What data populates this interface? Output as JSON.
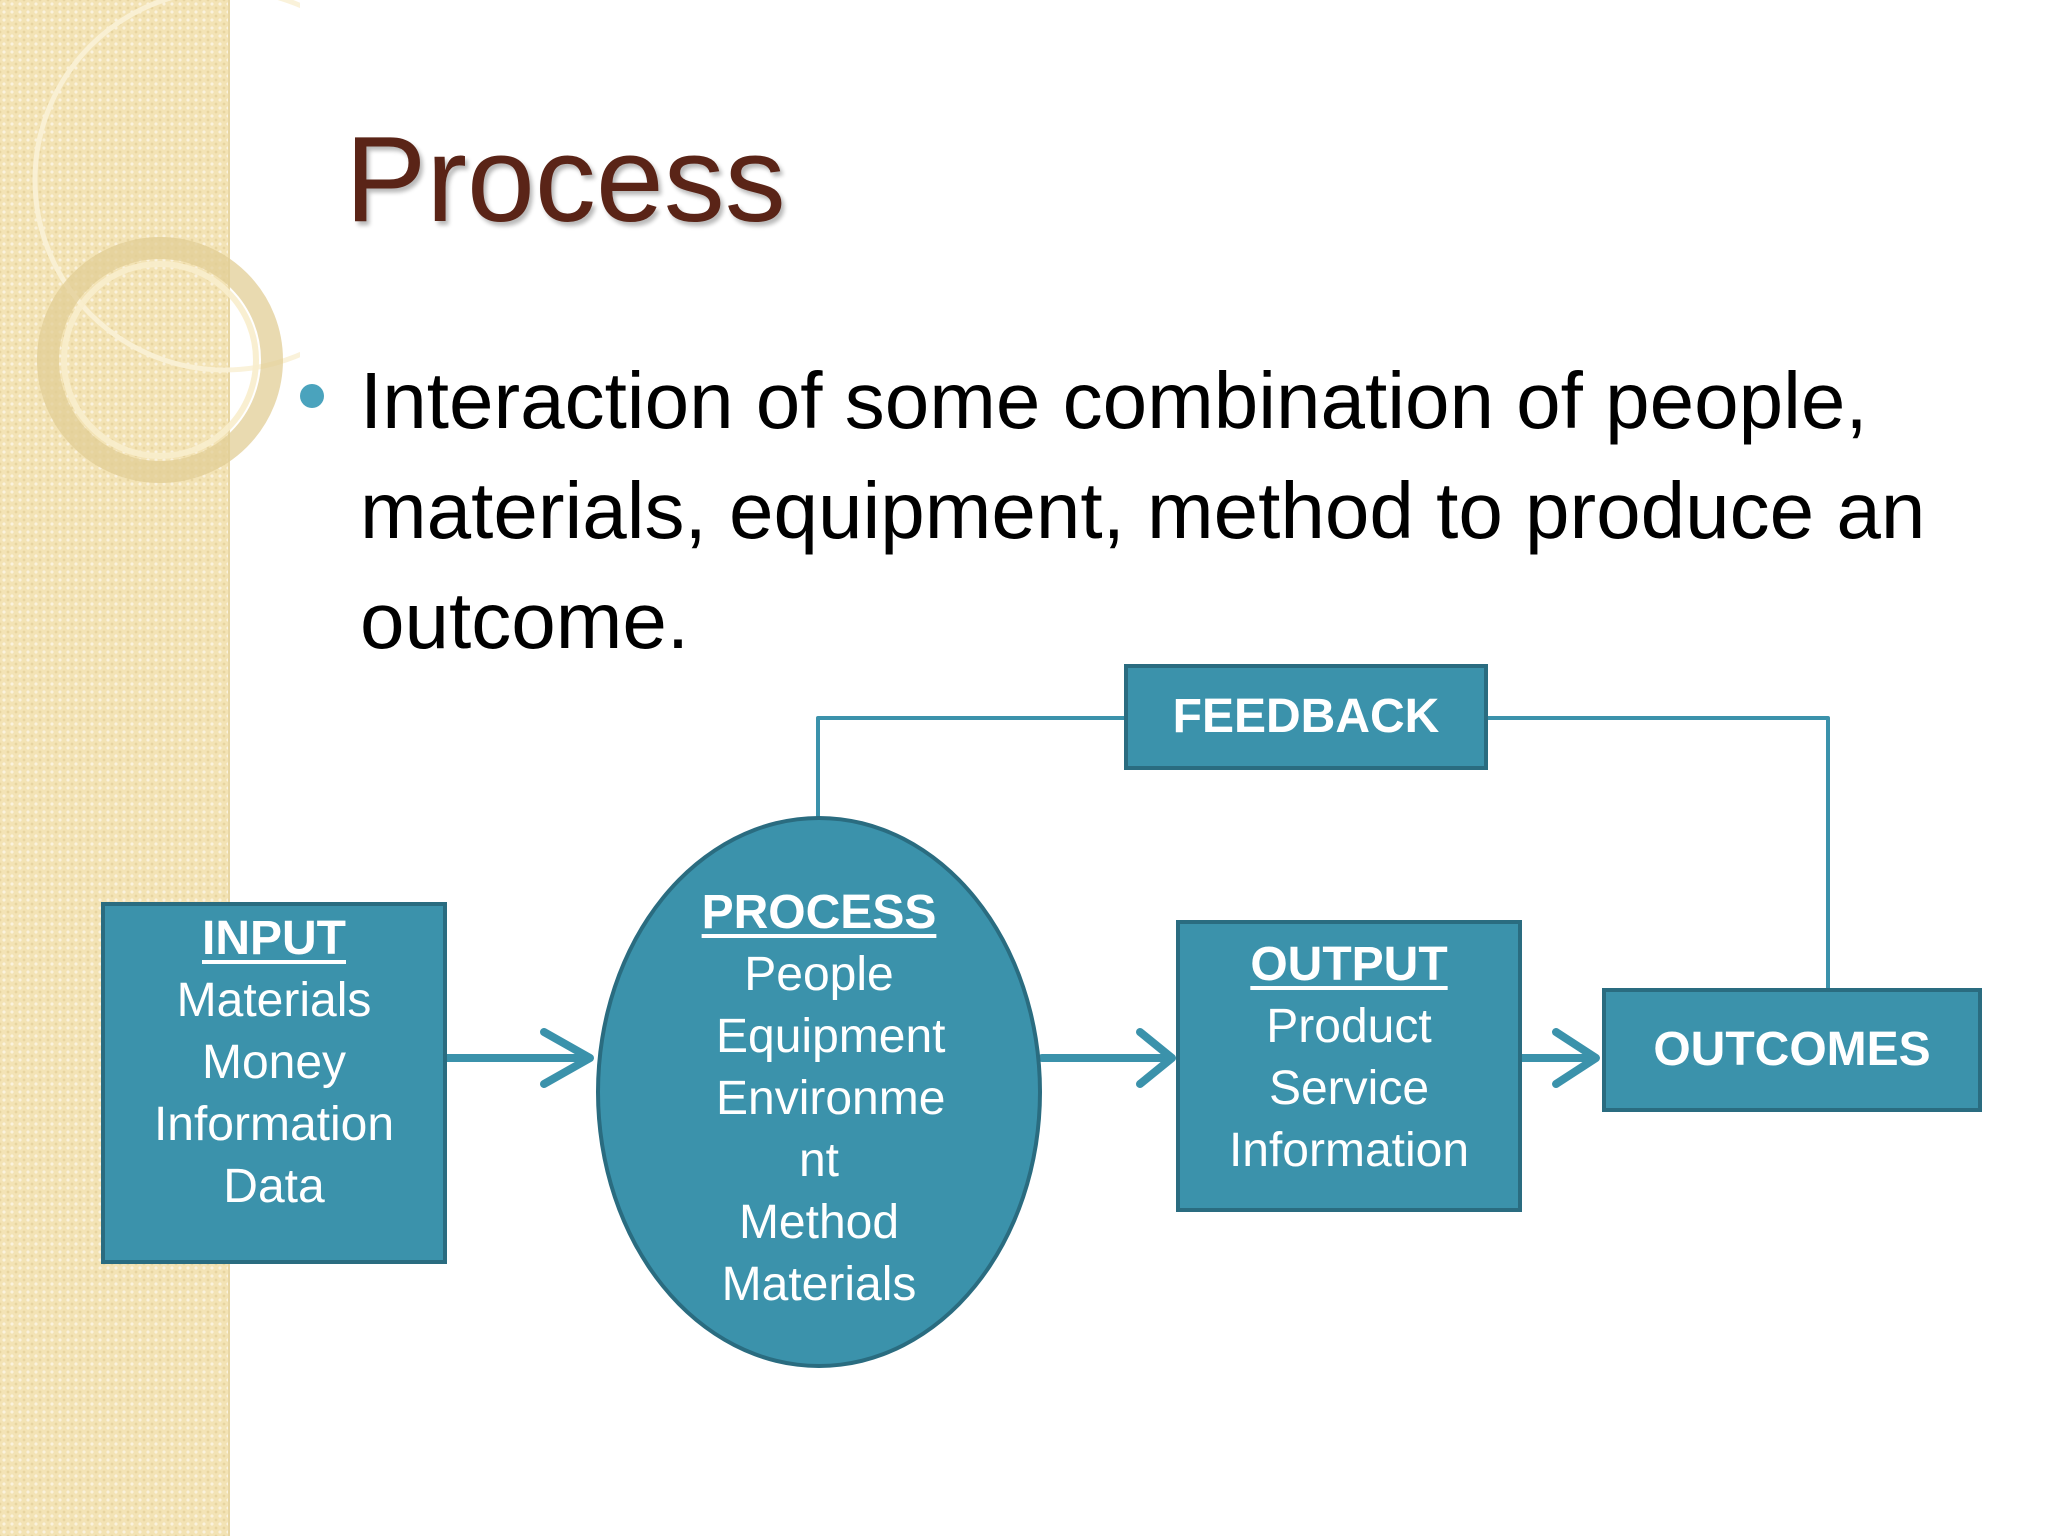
{
  "slide": {
    "title": "Process",
    "bullet": "Interaction of some combination of people, materials, equipment, method to produce an outcome."
  },
  "diagram": {
    "input": {
      "heading": "INPUT",
      "lines": [
        "Materials",
        "Money",
        "Information",
        "Data"
      ]
    },
    "process": {
      "heading": "PROCESS",
      "lines": [
        "People",
        "Equipment",
        "Environme",
        "nt",
        "Method",
        "Materials"
      ]
    },
    "output": {
      "heading": "OUTPUT",
      "lines": [
        "Product",
        "Service",
        "Information"
      ]
    },
    "outcomes": {
      "label": "OUTCOMES"
    },
    "feedback": {
      "label": "FEEDBACK"
    }
  },
  "colors": {
    "node_fill": "#3b92ab",
    "node_border": "#2a6c80",
    "title": "#5a2417",
    "bullet": "#4aa3bd",
    "side_panel": "#f3e3b5"
  }
}
